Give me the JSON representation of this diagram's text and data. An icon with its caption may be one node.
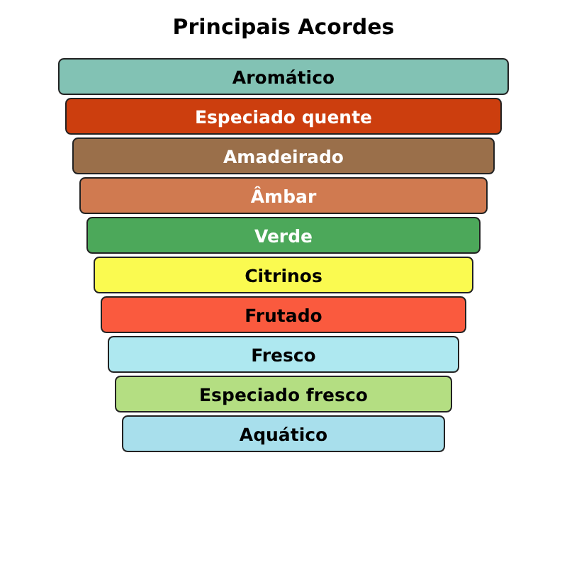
{
  "diagram": {
    "title": "Principais Acordes",
    "nodes": [
      {
        "text": [
          "Aromático"
        ]
      },
      {
        "text": [
          "Especiado quente"
        ]
      },
      {
        "text": [
          "Amadeirado"
        ]
      },
      {
        "text": [
          "Âmbar"
        ]
      },
      {
        "text": [
          "Verde"
        ]
      },
      {
        "text": [
          "Citrinos"
        ]
      },
      {
        "text": [
          "Frutado"
        ]
      },
      {
        "text": [
          "Fresco"
        ]
      },
      {
        "text": [
          "Especiado fresco"
        ]
      },
      {
        "text": [
          "Aquático"
        ]
      }
    ]
  }
}
